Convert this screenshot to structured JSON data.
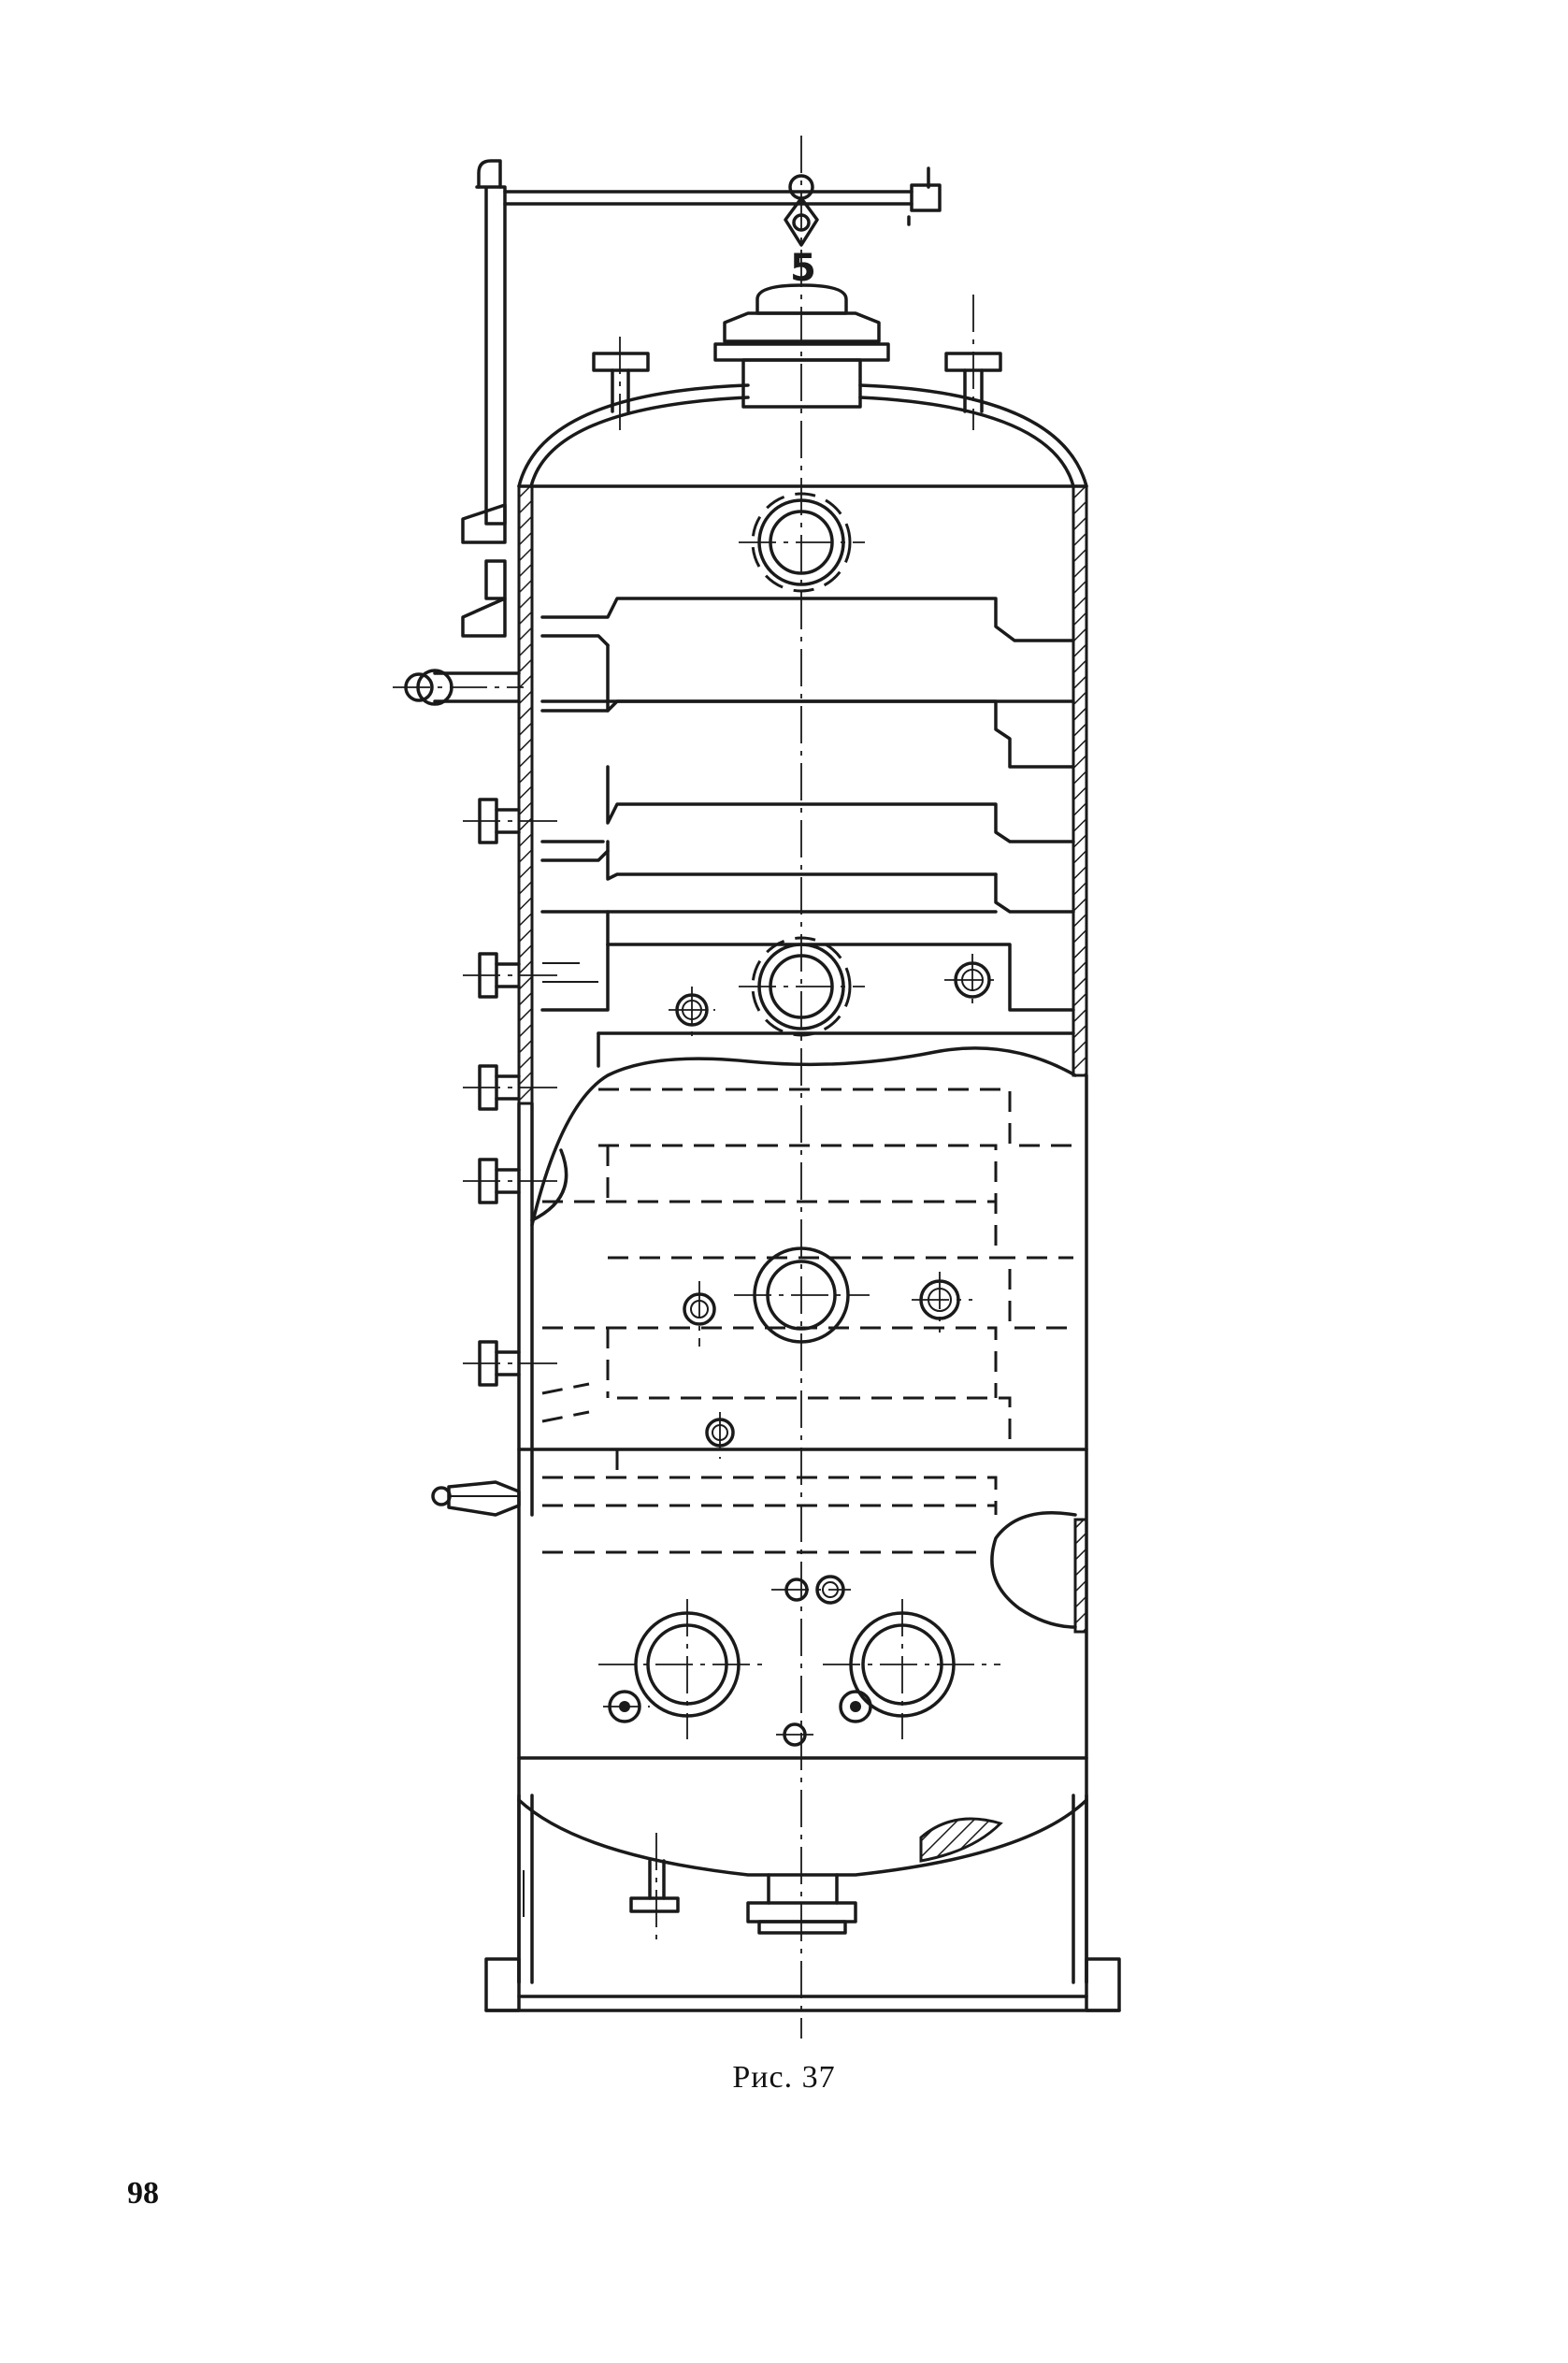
{
  "figure": {
    "caption": "Рис. 37",
    "callout_label": "5"
  },
  "page": {
    "number": "98"
  }
}
